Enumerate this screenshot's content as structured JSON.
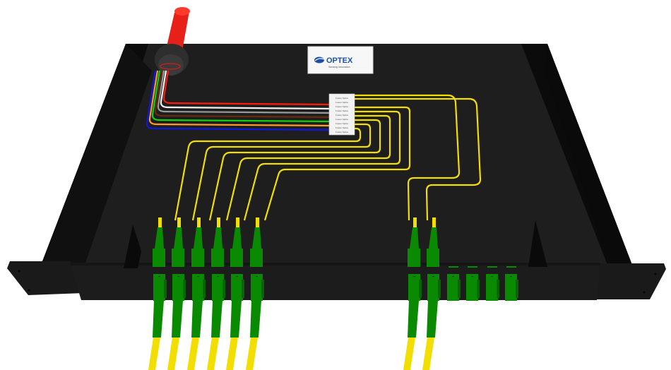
{
  "scene": {
    "title": "Fiber optic patch panel tray",
    "colors": {
      "background": "#ffffff",
      "tray_floor": "#1e1e1e",
      "tray_wall": "#0b0b0b",
      "tray_flange": "#1a1a1a",
      "fiber_yellow": "#f2de00",
      "connector_green": "#0a8a00",
      "connector_green_dark": "#066600",
      "cable_jacket": "#e8201a"
    }
  },
  "logo": {
    "brand": "OPTEX",
    "tagline": "Sensing Innovation",
    "brand_color": "#1c4fa8"
  },
  "label_card": {
    "lines": [
      "Fusion Splice",
      "Fusion Splice",
      "Fusion Splice",
      "Fusion Splice",
      "Fusion Splice",
      "Fusion Splice",
      "Fusion Splice",
      "Fusion Splice",
      "Fusion Splice"
    ]
  },
  "colored_fibers": [
    {
      "name": "red",
      "color": "#ff1a10"
    },
    {
      "name": "white",
      "color": "#f2f2f2"
    },
    {
      "name": "grey",
      "color": "#9a9a9a"
    },
    {
      "name": "brown",
      "color": "#6a2a10"
    },
    {
      "name": "green",
      "color": "#12d012"
    },
    {
      "name": "orange",
      "color": "#ff9a30"
    },
    {
      "name": "blue",
      "color": "#1018e0"
    }
  ],
  "ports": {
    "left_group_connected": 6,
    "right_group_connected": 2,
    "right_group_empty": 4
  }
}
